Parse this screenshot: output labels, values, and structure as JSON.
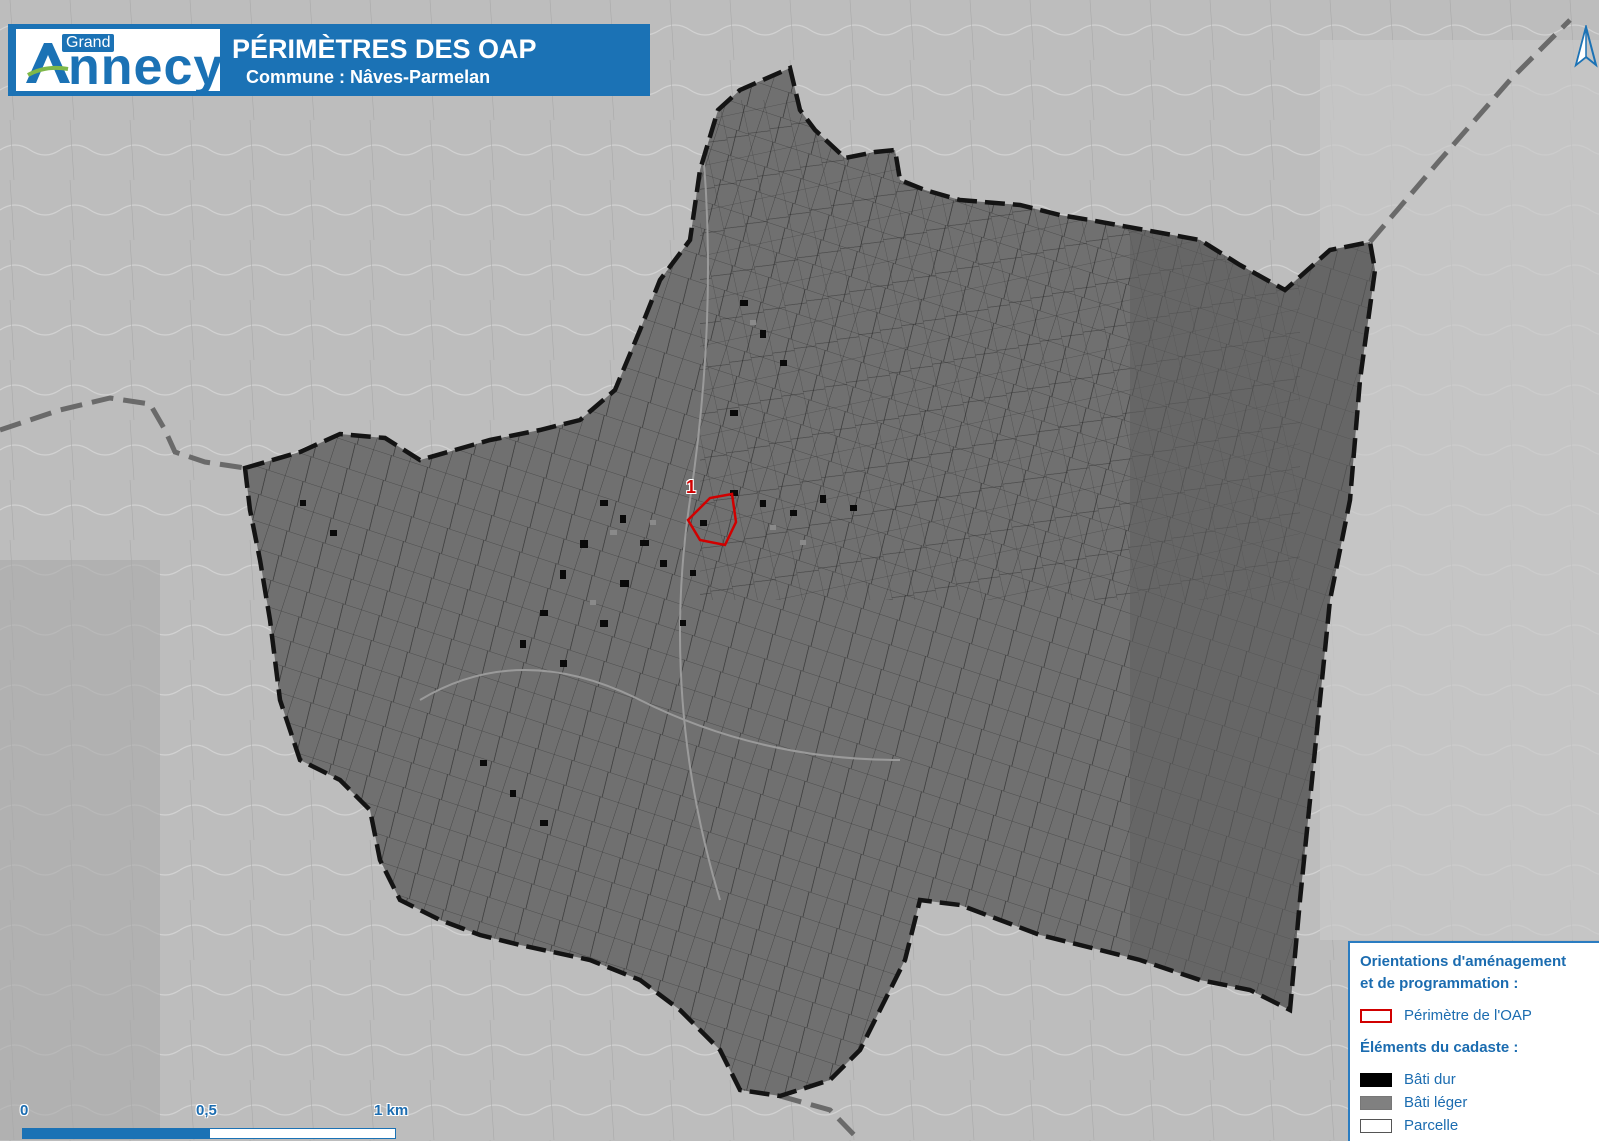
{
  "title": {
    "logo_small": "Grand",
    "logo_main": "nnecy",
    "heading": "PÉRIMÈTRES DES OAP",
    "subheading": "Commune : Nâves-Parmelan"
  },
  "map": {
    "oap_label": "1",
    "north_arrow_icon": "north-arrow-icon",
    "colors": {
      "oap_outline": "#d10000",
      "commune_boundary": "#1a1a1a",
      "neighbor_boundary": "#6a6a6a",
      "commune_fill": "#6d6d6d",
      "background": "#b9b9b9",
      "brand_blue": "#1b72b5"
    }
  },
  "legend": {
    "heading_oap": "Orientations d'aménagement",
    "heading_oap_line2": "et de programmation :",
    "oap_item": "Périmètre de l'OAP",
    "heading_cadastre": "Éléments du cadaste :",
    "items": [
      {
        "label": "Bâti dur",
        "color": "#000000"
      },
      {
        "label": "Bâti léger",
        "color": "#808080"
      },
      {
        "label": "Parcelle",
        "color": "#ffffff"
      }
    ]
  },
  "scale": {
    "label_0": "0",
    "label_mid": "0,5",
    "label_end": "1 km"
  }
}
